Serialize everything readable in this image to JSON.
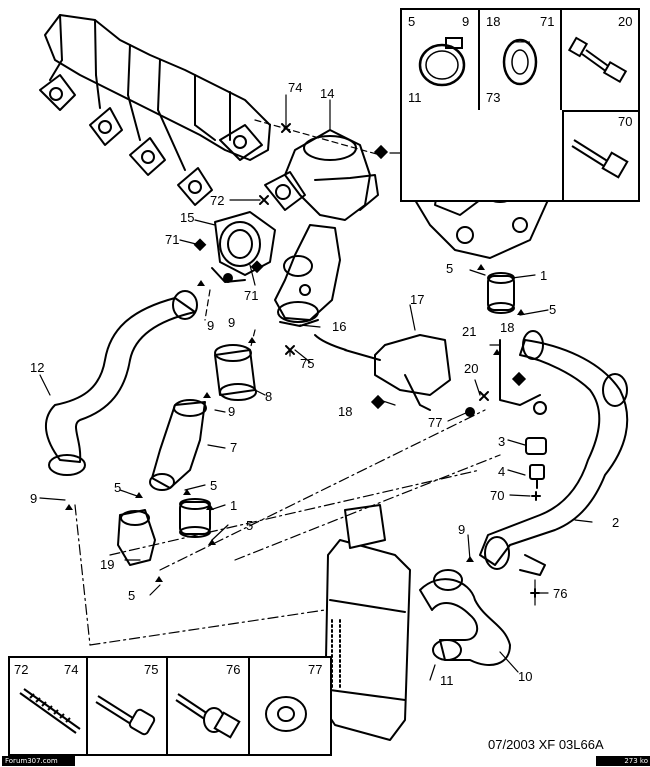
{
  "callouts": {
    "c74": "74",
    "c14": "14",
    "c73": "73",
    "c72": "72",
    "c15": "15",
    "c71a": "71",
    "c71b": "71",
    "c5a": "5",
    "c1a": "1",
    "c5b": "5",
    "c9a": "9",
    "c9b": "9",
    "c16": "16",
    "c75": "75",
    "c17": "17",
    "c18a": "18",
    "c21": "21",
    "c12": "12",
    "c8": "8",
    "c9c": "9",
    "c7": "7",
    "c20": "20",
    "c77": "77",
    "c18b": "18",
    "c3": "3",
    "c4": "4",
    "c70": "70",
    "c9d": "9",
    "c5c": "5",
    "c5d": "5",
    "c1b": "1",
    "c5e": "5",
    "c19": "19",
    "c5f": "5",
    "c9e": "9",
    "c2": "2",
    "c76": "76",
    "c10": "10",
    "c11": "11"
  },
  "top_box": {
    "clamp": {
      "tl": "5",
      "tr": "9",
      "bl": "11"
    },
    "seal": {
      "tl": "18",
      "tr": "71",
      "bl": "73"
    },
    "bolt20": "20",
    "bolt70": "70"
  },
  "bottom_box": {
    "stud": {
      "l": "72",
      "r": "74"
    },
    "bolt75": "75",
    "bolt76": "76",
    "washer77": "77"
  },
  "caption": "07/2003  XF  03L66A",
  "footer": {
    "left": "Forum307.com",
    "right": "273 ko"
  }
}
